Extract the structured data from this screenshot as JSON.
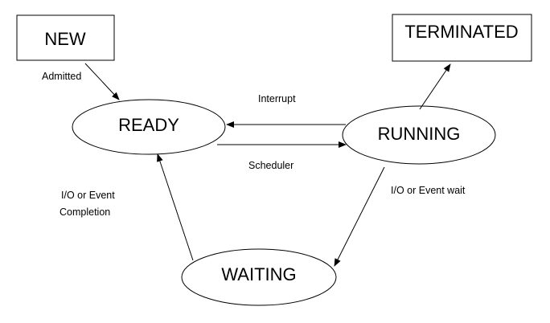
{
  "nodes": {
    "new": "NEW",
    "terminated": "TERMINATED",
    "ready": "READY",
    "running": "RUNNING",
    "waiting": "WAITING"
  },
  "edges": {
    "admitted": "Admitted",
    "interrupt": "Interrupt",
    "scheduler": "Scheduler",
    "io_event_wait": "I/O or Event wait",
    "io_event_completion_line1": "I/O or Event",
    "io_event_completion_line2": "Completion"
  },
  "colors": {
    "stroke": "#000000",
    "background": "#ffffff"
  }
}
